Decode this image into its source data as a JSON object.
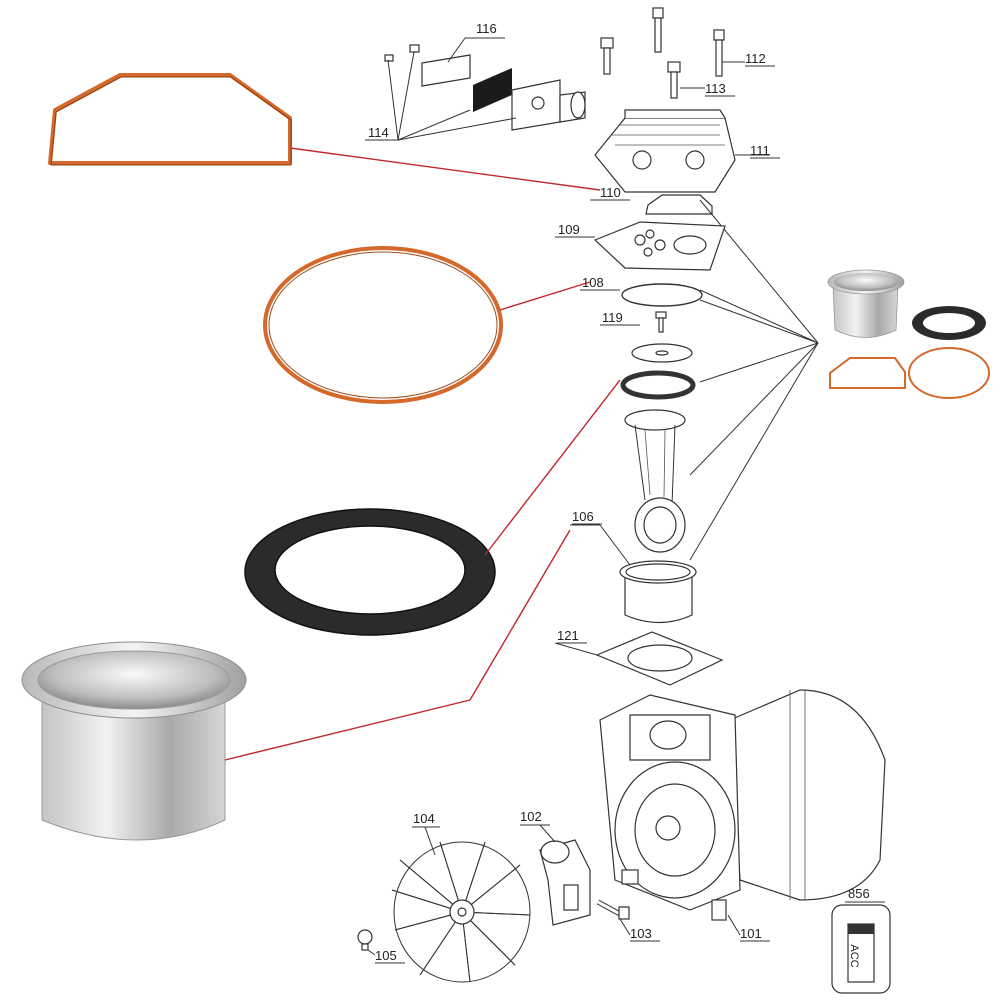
{
  "colors": {
    "gasket_orange": "#d4692b",
    "leader_red": "#c0282d",
    "line_dark": "#333333",
    "seal_black": "#2b2b2b",
    "steel": "#c9c9c9"
  },
  "labels": {
    "p101": "101",
    "p102": "102",
    "p103": "103",
    "p104": "104",
    "p105": "105",
    "p106": "106",
    "p108": "108",
    "p109": "109",
    "p110": "110",
    "p111": "111",
    "p112": "112",
    "p113": "113",
    "p114": "114",
    "p116": "116",
    "p119": "119",
    "p121": "121",
    "p856": "856"
  },
  "decal_text": "ACC"
}
